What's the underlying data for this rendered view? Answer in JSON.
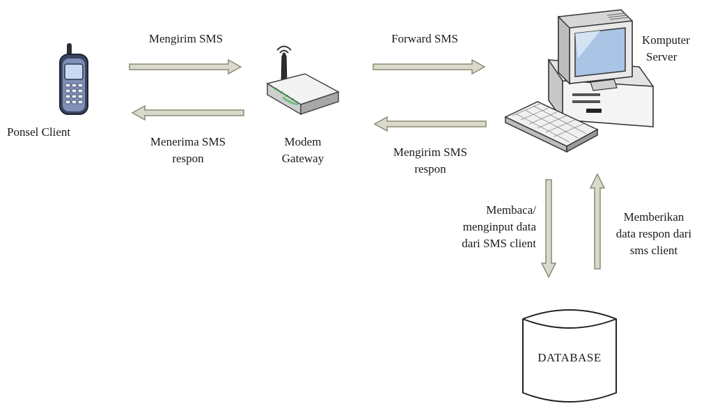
{
  "nodes": {
    "phone": {
      "label": "Ponsel Client"
    },
    "modem": {
      "label_lines": [
        "Modem",
        "Gateway"
      ]
    },
    "server": {
      "label_lines": [
        "Komputer",
        "Server"
      ]
    },
    "database": {
      "label": "DATABASE"
    }
  },
  "arrows": {
    "phone_to_modem": {
      "label": "Mengirim SMS"
    },
    "modem_to_phone": {
      "label_lines": [
        "Menerima SMS",
        "respon"
      ]
    },
    "modem_to_server": {
      "label": "Forward SMS"
    },
    "server_to_modem": {
      "label_lines": [
        "Mengirim SMS",
        "respon"
      ]
    },
    "server_to_db": {
      "label_lines": [
        "Membaca/",
        "menginput data",
        "dari SMS client"
      ]
    },
    "db_to_server": {
      "label_lines": [
        "Memberikan",
        "data respon dari",
        "sms client"
      ]
    }
  },
  "colors": {
    "arrow_fill": "#d9d9cc",
    "arrow_stroke": "#8a8a70"
  }
}
